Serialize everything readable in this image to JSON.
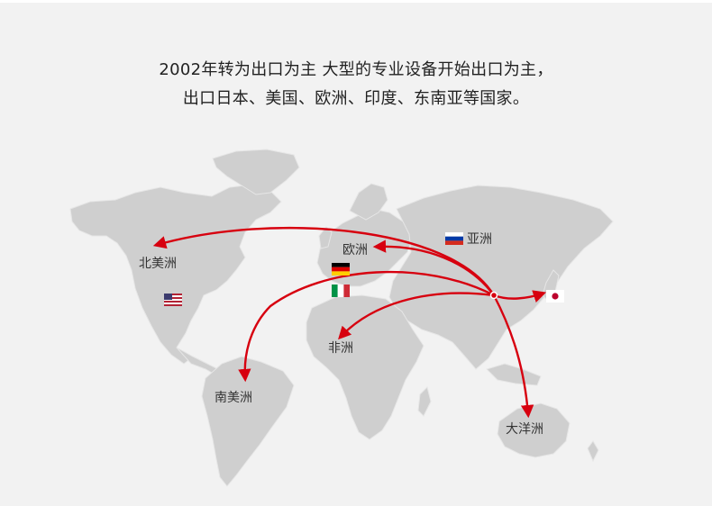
{
  "intro": {
    "line1": "2002年转为出口为主 大型的专业设备开始出口为主，",
    "line2": "出口日本、美国、欧洲、印度、东南亚等国家。"
  },
  "map": {
    "land_color": "#cfcfcf",
    "background_color": "#f2f2f2",
    "arrow_color": "#d7000f",
    "regions": {
      "north_america": "北美洲",
      "europe": "欧洲",
      "asia": "亚洲",
      "africa": "非洲",
      "south_america": "南美洲",
      "oceania": "大洋洲"
    },
    "flags": [
      "usa-flag",
      "germany-flag",
      "italy-flag",
      "russia-flag",
      "japan-flag"
    ]
  }
}
